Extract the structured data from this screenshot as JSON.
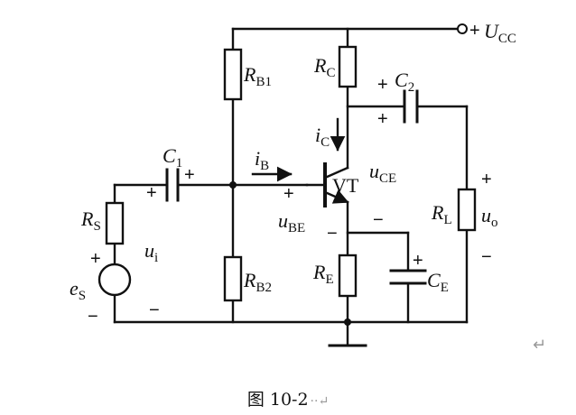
{
  "labels": {
    "ucc": "U",
    "ucc_sub": "CC",
    "rb1": "R",
    "rb1_sub": "B1",
    "rc": "R",
    "rc_sub": "C",
    "c2": "C",
    "c2_sub": "2",
    "ic": "i",
    "ic_sub": "C",
    "c1": "C",
    "c1_sub": "1",
    "ib": "i",
    "ib_sub": "B",
    "vt": "VT",
    "uce": "u",
    "uce_sub": "CE",
    "rs": "R",
    "rs_sub": "S",
    "ui": "u",
    "ui_sub": "i",
    "ube": "u",
    "ube_sub": "BE",
    "rl": "R",
    "rl_sub": "L",
    "uo": "u",
    "uo_sub": "o",
    "es": "e",
    "es_sub": "S",
    "rb2": "R",
    "rb2_sub": "B2",
    "re": "R",
    "re_sub": "E",
    "ce": "C",
    "ce_sub": "E"
  },
  "signs": {
    "plus": "+",
    "minus": "−"
  },
  "caption": {
    "text": "图 10-2",
    "marks": "··↵"
  },
  "return_mark": "↵"
}
